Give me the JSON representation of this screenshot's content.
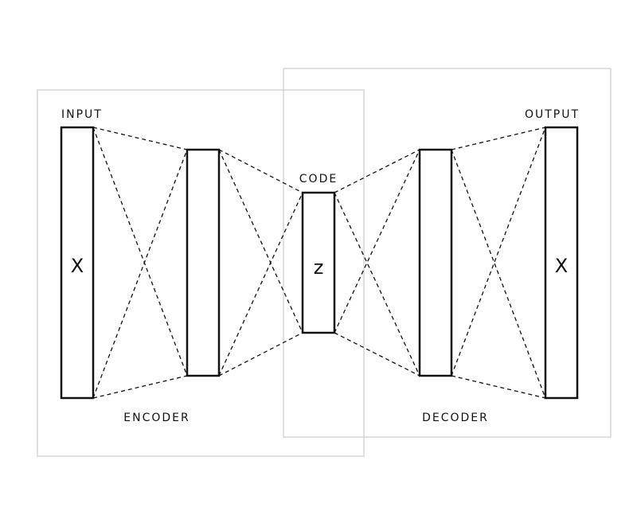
{
  "groups": {
    "encoder_label": "ENCODER",
    "decoder_label": "DECODER"
  },
  "layers": {
    "input": {
      "label": "INPUT",
      "symbol": "X"
    },
    "code": {
      "label": "CODE",
      "symbol": "z"
    },
    "output": {
      "label": "OUTPUT",
      "symbol": "X"
    }
  },
  "colors": {
    "stroke": "#111111",
    "group_border": "#cccccc",
    "background": "#ffffff"
  }
}
